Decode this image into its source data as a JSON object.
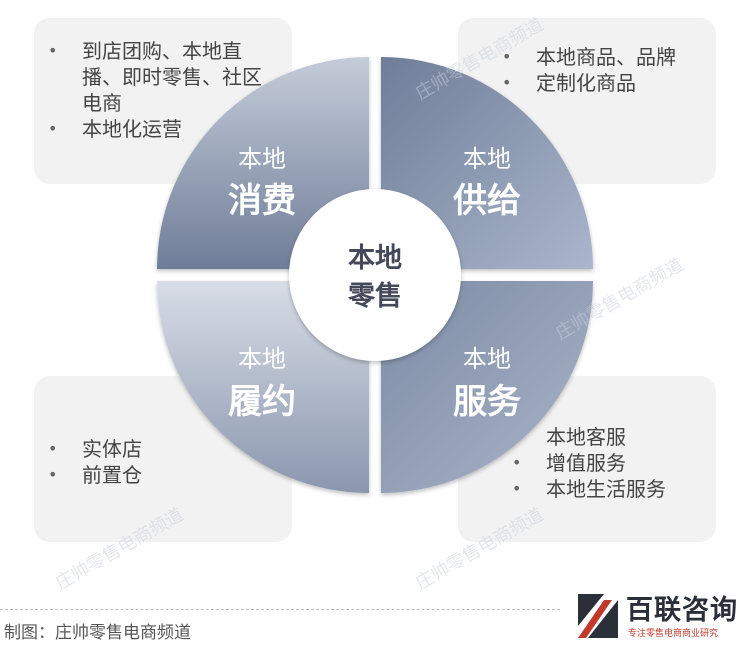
{
  "diagram": {
    "center": {
      "line1": "本地",
      "line2": "零售"
    },
    "quadrants": [
      {
        "id": "consumption",
        "small": "本地",
        "big": "消费"
      },
      {
        "id": "supply",
        "small": "本地",
        "big": "供给"
      },
      {
        "id": "fulfillment",
        "small": "本地",
        "big": "履约"
      },
      {
        "id": "service",
        "small": "本地",
        "big": "服务"
      }
    ]
  },
  "boxes": {
    "top_left": [
      "到店团购、本地直播、即时零售、社区电商",
      "本地化运营"
    ],
    "top_right": [
      "本地商品、品牌",
      "定制化商品"
    ],
    "bottom_left": [
      "实体店",
      "前置仓"
    ],
    "bottom_right": [
      "本地客服",
      "增值服务",
      "本地生活服务"
    ]
  },
  "watermark": "庄帅零售电商频道",
  "footer": {
    "credit": "制图：庄帅零售电商频道",
    "logo_name": "百联咨询",
    "logo_tagline": "专注零售电商商业研究"
  },
  "colors": {
    "quadrant_dark": "#7d8ba6",
    "quadrant_light": "#cdd4e0",
    "box_bg": "#f2f2f2"
  }
}
